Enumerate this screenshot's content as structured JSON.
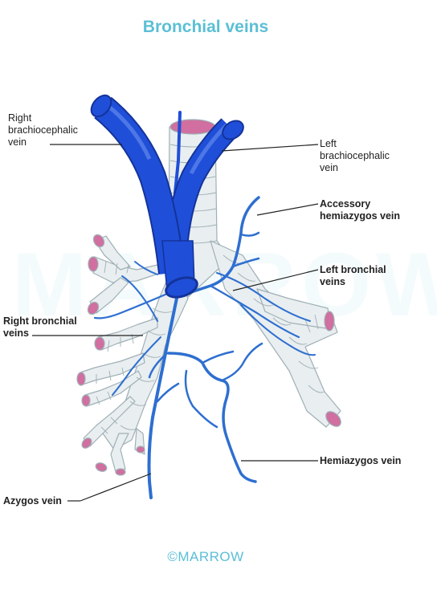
{
  "title": "Bronchial veins",
  "labels": {
    "right_brachiocephalic": "Right\nbrachiocephalic\nvein",
    "left_brachiocephalic": "Left\nbrachiocephalic\nvein",
    "accessory_hemiazygos": "Accessory\nhemiazygos vein",
    "left_bronchial": "Left bronchial\nveins",
    "right_bronchial": "Right bronchial\nveins",
    "hemiazygos": "Hemiazygos vein",
    "azygos": "Azygos vein"
  },
  "watermark": "MARROW",
  "footer": "©MARROW",
  "colors": {
    "title": "#5bbfd6",
    "vein": "#1f4fd8",
    "vein_dark": "#14339a",
    "small_vein": "#2e6fd0",
    "airway": "#e9eef0",
    "airway_ring": "#9fb0b6",
    "lumen": "#d06fa0"
  }
}
